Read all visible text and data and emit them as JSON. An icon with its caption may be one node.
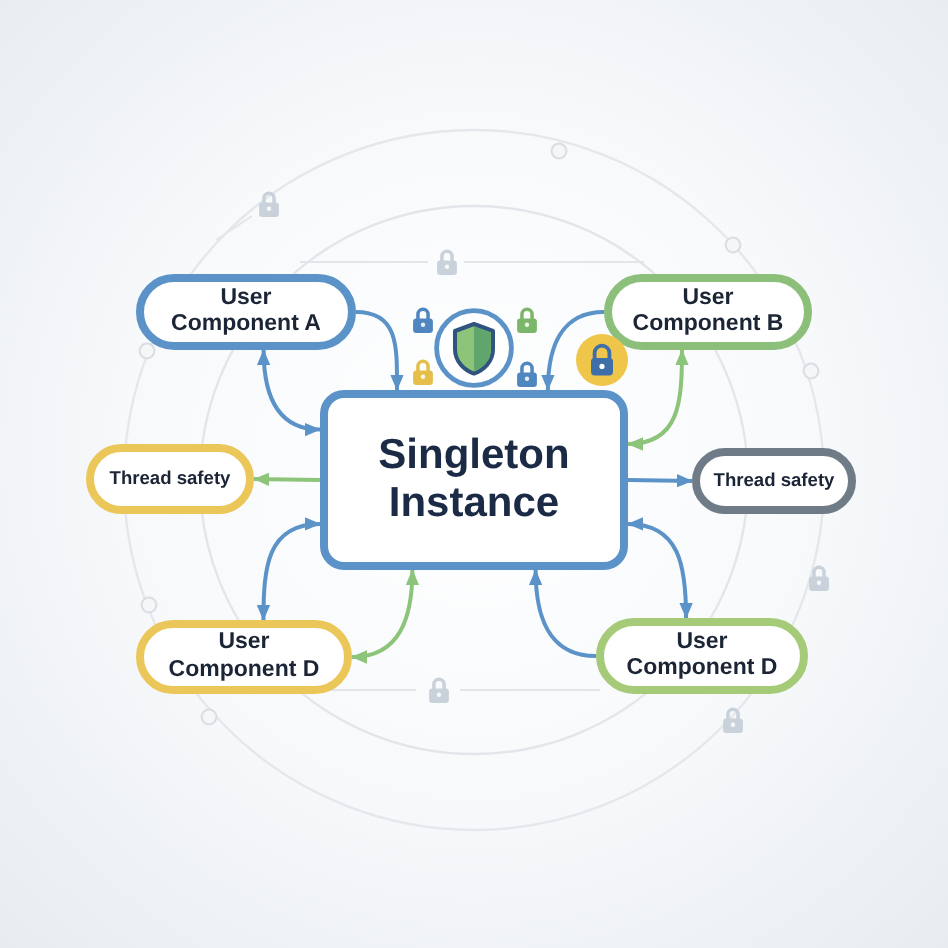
{
  "diagram": {
    "nodes": [
      {
        "text": [
          "User Component A"
        ]
      },
      {
        "text": [
          "User Component B"
        ]
      },
      {
        "text": [
          "Thread safety"
        ]
      },
      {
        "text": [
          "Singleton Instance"
        ]
      },
      {
        "text": [
          "Thread safety"
        ]
      },
      {
        "text": [
          "User Component D"
        ]
      },
      {
        "text": [
          "User Component D"
        ]
      }
    ],
    "edges": [
      {
        "from": 0,
        "to": 3,
        "arrow": "to"
      },
      {
        "from": 0,
        "to": 3,
        "arrow": "both"
      },
      {
        "from": 1,
        "to": 3,
        "arrow": "to"
      },
      {
        "from": 1,
        "to": 3,
        "arrow": "both",
        "color": "#8cc47a"
      },
      {
        "from": 3,
        "to": 2,
        "arrow": "to",
        "color": "#8cc47a"
      },
      {
        "from": 3,
        "to": 4,
        "arrow": "to"
      },
      {
        "from": 3,
        "to": 5,
        "arrow": "both"
      },
      {
        "from": 3,
        "to": 5,
        "arrow": "both",
        "color": "#8cc47a"
      },
      {
        "from": 3,
        "to": 6,
        "arrow": "both"
      },
      {
        "from": 6,
        "to": 3,
        "arrow": "to"
      }
    ]
  }
}
